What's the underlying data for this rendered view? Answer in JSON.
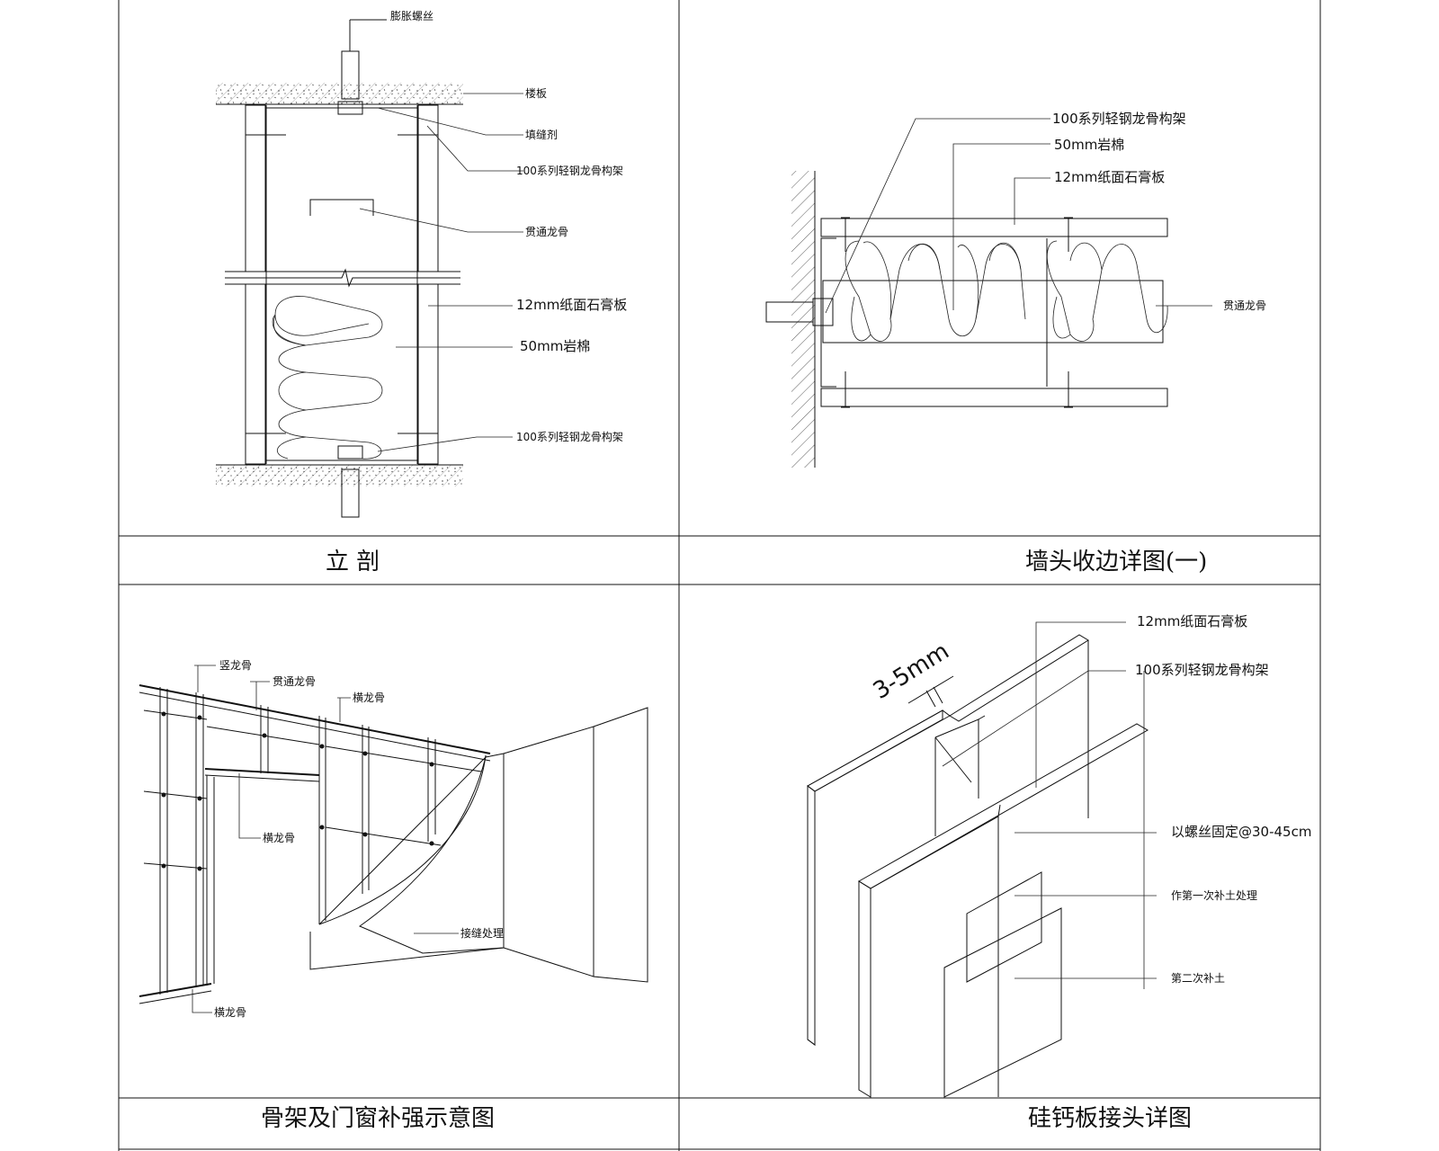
{
  "panels": {
    "section": {
      "title": "立  剖",
      "labels": {
        "expansion_bolt": "膨胀螺丝",
        "floor_slab": "楼板",
        "filler": "填缝剂",
        "frame_top": "100系列轻钢龙骨构架",
        "through_stud": "贯通龙骨",
        "gypsum": "12mm纸面石膏板",
        "rockwool": "50mm岩棉",
        "frame_bottom": "100系列轻钢龙骨构架"
      }
    },
    "wall_end": {
      "title": "墙头收边详图(一)",
      "labels": {
        "frame": "100系列轻钢龙骨构架",
        "rockwool": "50mm岩棉",
        "gypsum": "12mm纸面石膏板",
        "through_stud": "贯通龙骨"
      }
    },
    "frame_opening": {
      "title": "骨架及门窗补强示意图",
      "labels": {
        "vertical_stud": "竖龙骨",
        "through_stud": "贯通龙骨",
        "horizontal_stud_top": "横龙骨",
        "horizontal_stud_mid": "横龙骨",
        "joint_treatment": "接缝处理",
        "horizontal_stud_bottom": "横龙骨"
      }
    },
    "joint": {
      "title": "硅钙板接头详图",
      "labels": {
        "gap": "3-5mm",
        "gypsum": "12mm纸面石膏板",
        "frame": "100系列轻钢龙骨构架",
        "screws": "以螺丝固定@30-45cm",
        "first_putty": "作第一次补土处理",
        "second_putty": "第二次补土"
      }
    }
  }
}
